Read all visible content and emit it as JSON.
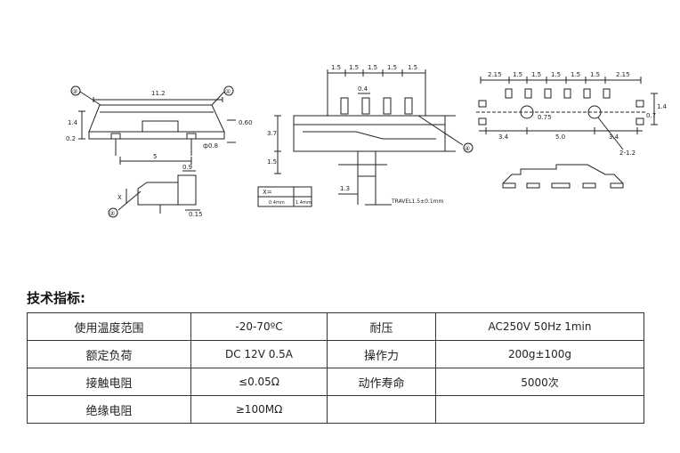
{
  "drawing": {
    "left_view": {
      "callout_3": "③",
      "callout_1": "①",
      "callout_2": "②",
      "dim_11_2": "11.2",
      "dim_1_4": "1.4",
      "dim_0_2": "0.2",
      "dim_0_60": "0.60",
      "dim_phi0_8": "ф0.8",
      "dim_5": "5",
      "dim_0_9": "0.9",
      "dim_x": "X",
      "dim_0_15": "0.15",
      "table_x": "X=",
      "table_c1": "0.4mm",
      "table_c2": "1.4mm"
    },
    "middle_view": {
      "pitch": "1.5",
      "dim_0_4": "0.4",
      "dim_3_7": "3.7",
      "dim_1_5": "1.5",
      "dim_1_3": "1.3",
      "travel": "TRAVEL1.5±0.1mm",
      "callout_4": "④"
    },
    "right_view": {
      "dim_2_15": "2.15",
      "pitch": "1.5",
      "dim_0_75": "0.75",
      "dim_3_4": "3.4",
      "dim_5_0": "5.0",
      "dim_2_1_2": "2-1.2",
      "dim_1_4v": "1.4",
      "dim_0_7": "0.7"
    }
  },
  "specs": {
    "title": "技术指标:",
    "rows": [
      [
        "使用温度范围",
        "-20-70ºC",
        "耐压",
        "AC250V 50Hz 1min"
      ],
      [
        "额定负荷",
        "DC 12V 0.5A",
        "操作力",
        "200g±100g"
      ],
      [
        "接触电阻",
        "≤0.05Ω",
        "动作寿命",
        "5000次"
      ],
      [
        "绝缘电阻",
        "≥100MΩ",
        "",
        ""
      ]
    ]
  }
}
